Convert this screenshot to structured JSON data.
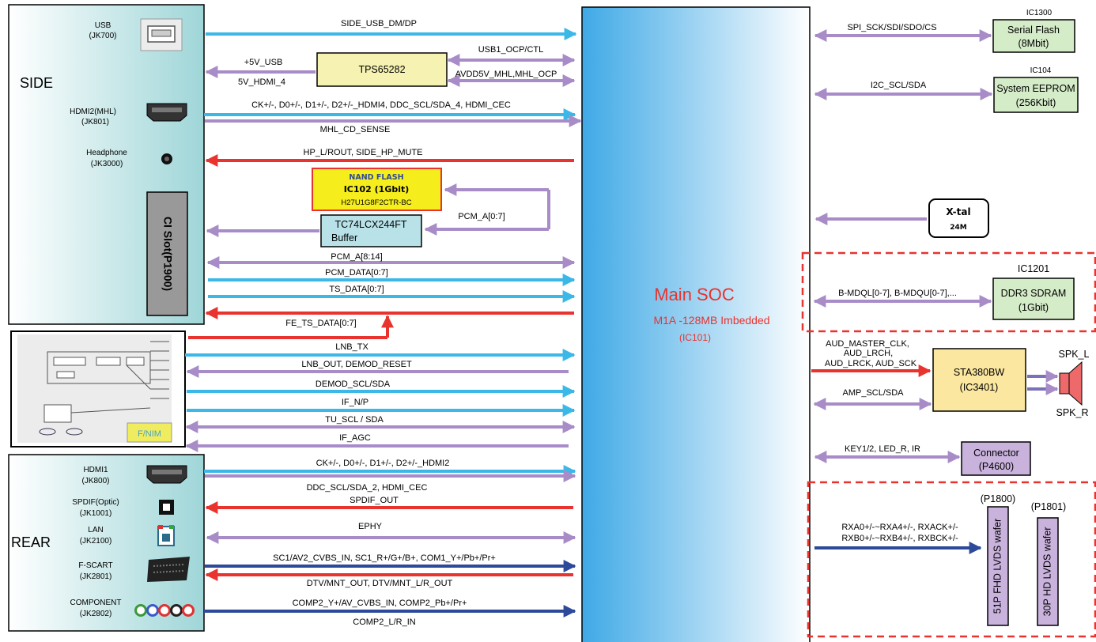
{
  "side": {
    "section": "SIDE",
    "usb_name": "USB",
    "usb_ref": "(JK700)",
    "hdmi2_name": "HDMI2(MHL)",
    "hdmi2_ref": "(JK801)",
    "hp_name": "Headphone",
    "hp_ref": "(JK3000)",
    "ci_slot": "CI Slot(P1900)"
  },
  "rear": {
    "section": "REAR",
    "hdmi1_name": "HDMI1",
    "hdmi1_ref": "(JK800)",
    "spdif_name": "SPDIF(Optic)",
    "spdif_ref": "(JK1001)",
    "lan_name": "LAN",
    "lan_ref": "(JK2100)",
    "scart_name": "F-SCART",
    "scart_ref": "(JK2801)",
    "comp_name": "COMPONENT",
    "comp_ref": "(JK2802)"
  },
  "tuner": {
    "label": "F/NIM"
  },
  "soc": {
    "title": "Main SOC",
    "sub": "M1A -128MB Imbedded",
    "ref": "(IC101)"
  },
  "left_components": {
    "tps": "TPS65282",
    "nand_title": "NAND FLASH",
    "nand_ic": "IC102 (1Gbit)",
    "nand_part": "H27U1G8F2CTR-BC",
    "buffer_line1": "TC74LCX244FT",
    "buffer_line2": "Buffer"
  },
  "right_components": {
    "flash_ref": "IC1300",
    "flash_name": "Serial Flash",
    "flash_size": "(8Mbit)",
    "eeprom_ref": "IC104",
    "eeprom_name": "System EEPROM",
    "eeprom_size": "(256Kbit)",
    "xtal_name": "X-tal",
    "xtal_freq": "24M",
    "ddr_ref": "IC1201",
    "ddr_name": "DDR3 SDRAM",
    "ddr_size": "(1Gbit)",
    "amp_name": "STA380BW",
    "amp_ref": "(IC3401)",
    "spk_l": "SPK_L",
    "spk_r": "SPK_R",
    "conn_name": "Connector",
    "conn_ref": "(P4600)",
    "lvds_fhd_ref": "(P1800)",
    "lvds_fhd_name": "51P FHD LVDS wafer",
    "lvds_hd_ref": "(P1801)",
    "lvds_hd_name": "30P HD LVDS wafer"
  },
  "signals": {
    "usb": "SIDE_USB_DM/DP",
    "usb_ocp": "USB1_OCP/CTL",
    "plus5v_usb": "+5V_USB",
    "hdmi_5v": "5V_HDMI_4",
    "avdd_mhl": "AVDD5V_MHL,MHL_OCP",
    "hdmi4_bus": "CK+/-, D0+/-, D1+/-, D2+/-_HDMI4, DDC_SCL/SDA_4, HDMI_CEC",
    "mhl_sense": "MHL_CD_SENSE",
    "hp_out": "HP_L/ROUT, SIDE_HP_MUTE",
    "pcm_a07": "PCM_A[0:7]",
    "pcm_a814": "PCM_A[8:14]",
    "pcm_data": "PCM_DATA[0:7]",
    "ts_data": "TS_DATA[0:7]",
    "fe_ts": "FE_TS_DATA[0:7]",
    "lnb_tx": "LNB_TX",
    "lnb_out": "LNB_OUT, DEMOD_RESET",
    "demod": "DEMOD_SCL/SDA",
    "if_np": "IF_N/P",
    "tu_scl": "TU_SCL / SDA",
    "if_agc": "IF_AGC",
    "hdmi2_bus": "CK+/-, D0+/-, D1+/-, D2+/-_HDMI2",
    "ddc2": "DDC_SCL/SDA_2, HDMI_CEC",
    "spdif_out": "SPDIF_OUT",
    "ephy": "EPHY",
    "scart_in": "SC1/AV2_CVBS_IN,   SC1_R+/G+/B+, COM1_Y+/Pb+/Pr+",
    "scart_out": "DTV/MNT_OUT, DTV/MNT_L/R_OUT",
    "comp_in": "COMP2_Y+/AV_CVBS_IN, COMP2_Pb+/Pr+",
    "comp_lr": "COMP2_L/R_IN",
    "spi": "SPI_SCK/SDI/SDO/CS",
    "i2c": "I2C_SCL/SDA",
    "ddr_bus": "B-MDQL[0-7], B-MDQU[0-7],...",
    "aud_1": "AUD_MASTER_CLK,",
    "aud_2": "AUD_LRCH,",
    "aud_3": "AUD_LRCK, AUD_SCK",
    "amp_i2c": "AMP_SCL/SDA",
    "key": "KEY1/2, LED_R, IR",
    "lvds_1": "RXA0+/-~RXA4+/-, RXACK+/-",
    "lvds_2": "RXB0+/-~RXB4+/-, RXBCK+/-"
  },
  "colors": {
    "cyan": "#3cb8e8",
    "purple": "#a88cc8",
    "red": "#e8332f",
    "navy": "#2d4a9a",
    "yellow_box": "#f6f3b2",
    "green_box": "#d5ecc8",
    "buffer_box": "#b8e2e8",
    "violet_box": "#c9b2dc",
    "amp_box": "#fbe7a0"
  }
}
